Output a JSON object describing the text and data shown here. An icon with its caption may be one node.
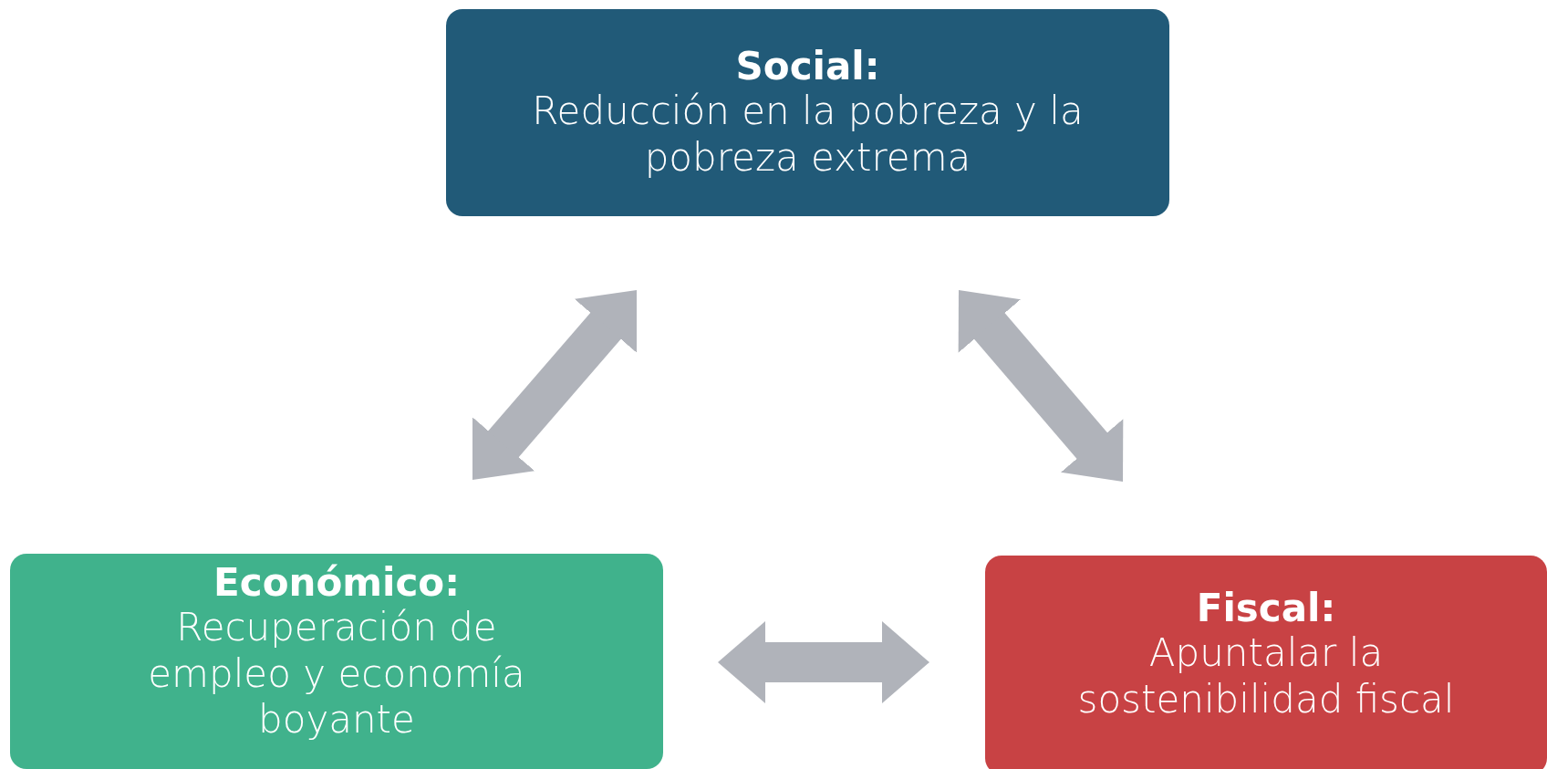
{
  "diagram": {
    "nodes": [
      {
        "text": [
          "Social:",
          "Reducción en la pobreza y la pobreza extrema"
        ]
      },
      {
        "text": [
          "Económico:",
          "Recuperación de empleo y economía boyante"
        ]
      },
      {
        "text": [
          "Fiscal:",
          "Apuntalar la sostenibilidad fiscal"
        ]
      }
    ],
    "edges": [
      {
        "from": 0,
        "to": 1,
        "arrow": "both"
      },
      {
        "from": 0,
        "to": 2,
        "arrow": "both"
      },
      {
        "from": 1,
        "to": 2,
        "arrow": "both"
      }
    ]
  }
}
